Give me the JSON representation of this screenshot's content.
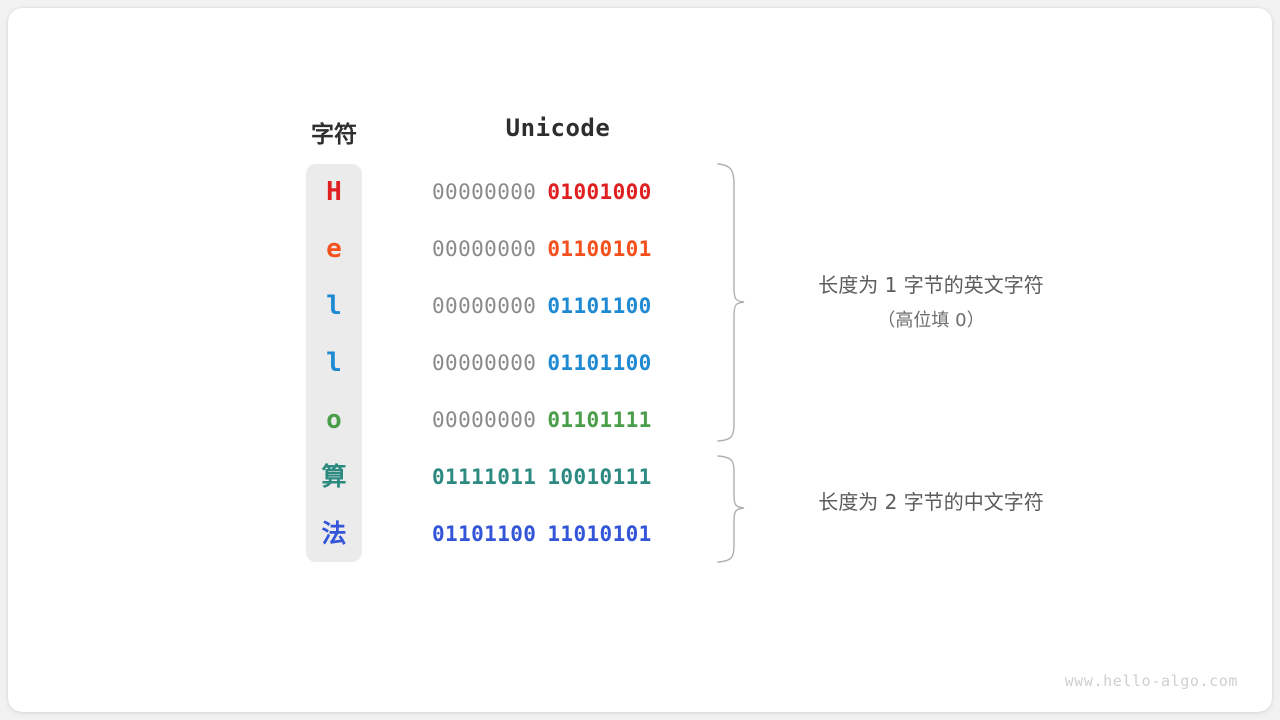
{
  "figure": {
    "background_color": "#f2f2f2",
    "card_color": "#ffffff",
    "column_strip_color": "#ebebeb",
    "headers": {
      "character": "字符",
      "encoding": "Unicode"
    },
    "rows": [
      {
        "char": "H",
        "char_color": "#e02020",
        "high_byte": "00000000",
        "low_byte": "01001000",
        "low_byte_color": "#e02020",
        "is_cjk": false
      },
      {
        "char": "e",
        "char_color": "#f4511e",
        "high_byte": "00000000",
        "low_byte": "01100101",
        "low_byte_color": "#f4511e",
        "is_cjk": false
      },
      {
        "char": "l",
        "char_color": "#1f8ad2",
        "high_byte": "00000000",
        "low_byte": "01101100",
        "low_byte_color": "#1f8ad2",
        "is_cjk": false
      },
      {
        "char": "l",
        "char_color": "#1f8ad2",
        "high_byte": "00000000",
        "low_byte": "01101100",
        "low_byte_color": "#1f8ad2",
        "is_cjk": false
      },
      {
        "char": "o",
        "char_color": "#4a9e4a",
        "high_byte": "00000000",
        "low_byte": "01101111",
        "low_byte_color": "#4a9e4a",
        "is_cjk": false
      },
      {
        "char": "算",
        "char_color": "#2d8a80",
        "high_byte": "01111011",
        "low_byte": "10010111",
        "high_byte_color": "#2d8a80",
        "low_byte_color": "#2d8a80",
        "is_cjk": true
      },
      {
        "char": "法",
        "char_color": "#3355d8",
        "high_byte": "01101100",
        "low_byte": "11010101",
        "high_byte_color": "#3355d8",
        "low_byte_color": "#3355d8",
        "is_cjk": true
      }
    ],
    "high_byte_padding_color": "#8a8a8a",
    "annotations": [
      {
        "line1": "长度为 1 字节的英文字符",
        "line2": "（高位填 0）",
        "covers_rows": 5
      },
      {
        "line1": "长度为 2 字节的中文字符",
        "line2": "",
        "covers_rows": 2
      }
    ],
    "brace_color": "#b0b0b0",
    "watermark": "www.hello-algo.com"
  }
}
